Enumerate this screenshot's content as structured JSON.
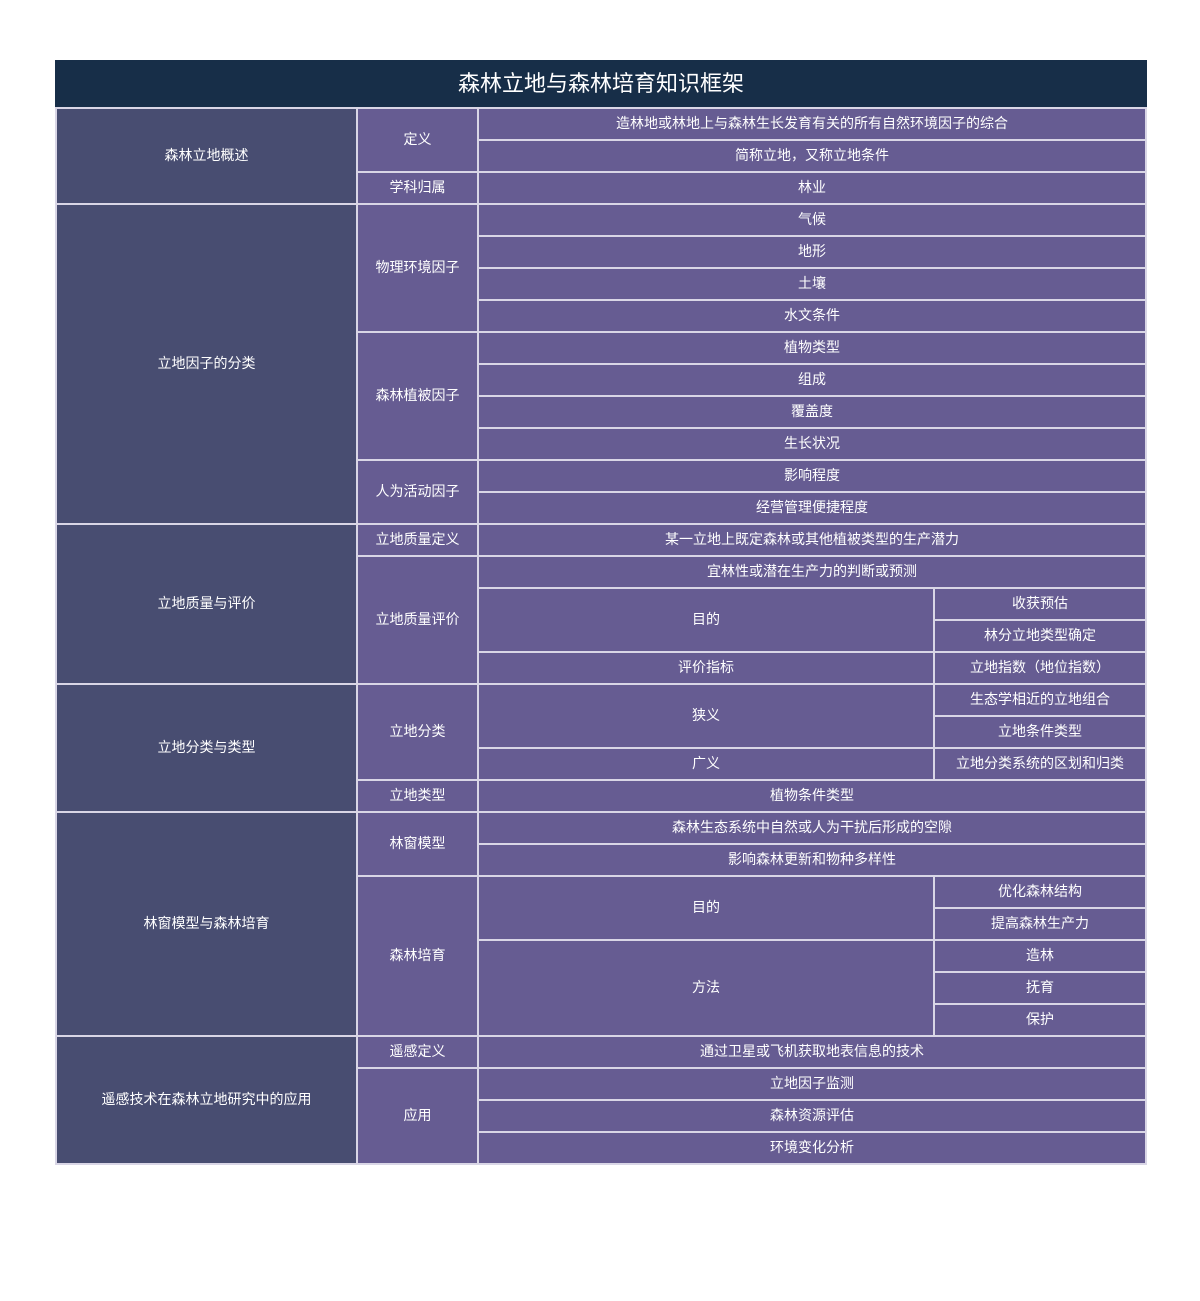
{
  "title": "森林立地与森林培育知识框架",
  "sections": [
    {
      "label": "森林立地概述",
      "groups": [
        {
          "label": "定义",
          "items": [
            "造林地或林地上与森林生长发育有关的所有自然环境因子的综合",
            "简称立地，又称立地条件"
          ]
        },
        {
          "label": "学科归属",
          "items": [
            "林业"
          ]
        }
      ]
    },
    {
      "label": "立地因子的分类",
      "groups": [
        {
          "label": "物理环境因子",
          "items": [
            "气候",
            "地形",
            "土壤",
            "水文条件"
          ]
        },
        {
          "label": "森林植被因子",
          "items": [
            "植物类型",
            "组成",
            "覆盖度",
            "生长状况"
          ]
        },
        {
          "label": "人为活动因子",
          "items": [
            "影响程度",
            "经营管理便捷程度"
          ]
        }
      ]
    },
    {
      "label": "立地质量与评价",
      "groups": [
        {
          "label": "立地质量定义",
          "items": [
            "某一立地上既定森林或其他植被类型的生产潜力"
          ]
        },
        {
          "label": "立地质量评价",
          "items": [
            "宜林性或潜在生产力的判断或预测"
          ],
          "subgroups": [
            {
              "label": "目的",
              "items": [
                "收获预估",
                "林分立地类型确定"
              ]
            },
            {
              "label": "评价指标",
              "items": [
                "立地指数（地位指数）"
              ]
            }
          ]
        }
      ]
    },
    {
      "label": "立地分类与类型",
      "groups": [
        {
          "label": "立地分类",
          "subgroups": [
            {
              "label": "狭义",
              "items": [
                "生态学相近的立地组合",
                "立地条件类型"
              ]
            },
            {
              "label": "广义",
              "items": [
                "立地分类系统的区划和归类"
              ]
            }
          ]
        },
        {
          "label": "立地类型",
          "items": [
            "植物条件类型"
          ]
        }
      ]
    },
    {
      "label": "林窗模型与森林培育",
      "groups": [
        {
          "label": "林窗模型",
          "items": [
            "森林生态系统中自然或人为干扰后形成的空隙",
            "影响森林更新和物种多样性"
          ]
        },
        {
          "label": "森林培育",
          "subgroups": [
            {
              "label": "目的",
              "items": [
                "优化森林结构",
                "提高森林生产力"
              ]
            },
            {
              "label": "方法",
              "items": [
                "造林",
                "抚育",
                "保护"
              ]
            }
          ]
        }
      ]
    },
    {
      "label": "遥感技术在森林立地研究中的应用",
      "groups": [
        {
          "label": "遥感定义",
          "items": [
            "通过卫星或飞机获取地表信息的技术"
          ]
        },
        {
          "label": "应用",
          "items": [
            "立地因子监测",
            "森林资源评估",
            "环境变化分析"
          ]
        }
      ]
    }
  ],
  "colors": {
    "title_bg": "#172e48",
    "level1_bg": "#484d71",
    "level2_bg": "#665c92",
    "border": "#d9d6e6",
    "text": "#ffffff"
  }
}
